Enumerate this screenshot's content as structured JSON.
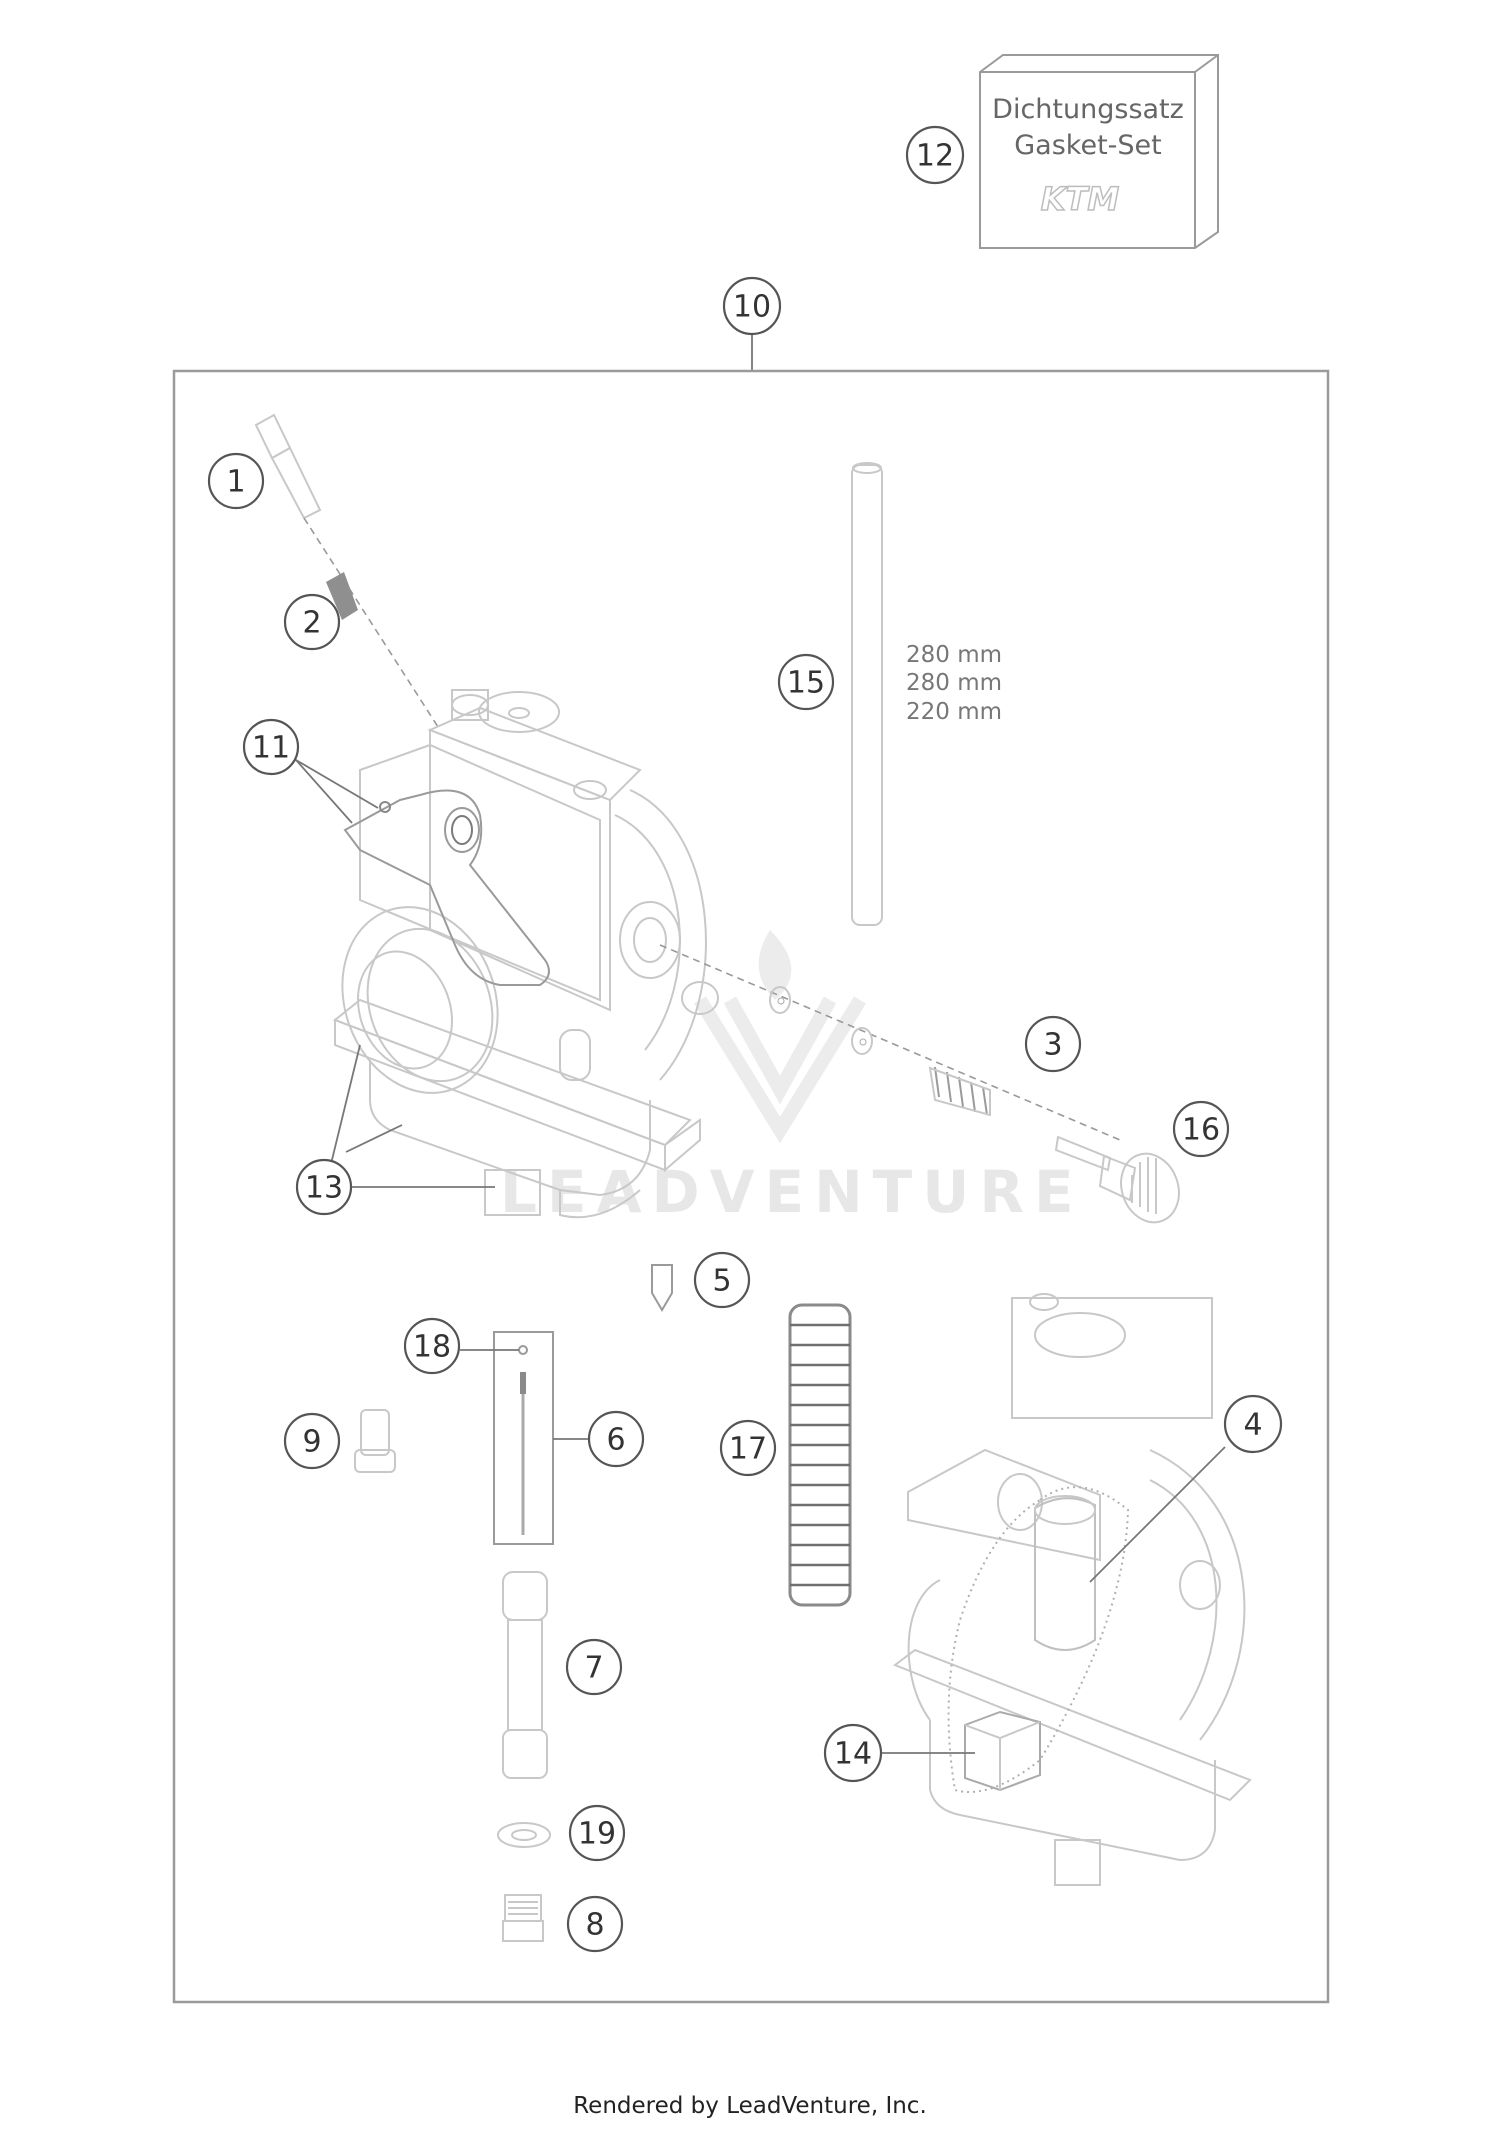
{
  "diagram": {
    "title_box": {
      "line1": "Dichtungssatz",
      "line2": "Gasket-Set",
      "brand": "KTM"
    },
    "hose_lengths": [
      "280 mm",
      "280 mm",
      "220 mm"
    ],
    "watermark": "LEADVENTURE",
    "callouts": [
      {
        "id": "1",
        "label": "1"
      },
      {
        "id": "2",
        "label": "2"
      },
      {
        "id": "3",
        "label": "3"
      },
      {
        "id": "4",
        "label": "4"
      },
      {
        "id": "5",
        "label": "5"
      },
      {
        "id": "6",
        "label": "6"
      },
      {
        "id": "7",
        "label": "7"
      },
      {
        "id": "8",
        "label": "8"
      },
      {
        "id": "9",
        "label": "9"
      },
      {
        "id": "10",
        "label": "10"
      },
      {
        "id": "11",
        "label": "11"
      },
      {
        "id": "12",
        "label": "12"
      },
      {
        "id": "13",
        "label": "13"
      },
      {
        "id": "14",
        "label": "14"
      },
      {
        "id": "15",
        "label": "15"
      },
      {
        "id": "16",
        "label": "16"
      },
      {
        "id": "17",
        "label": "17"
      },
      {
        "id": "18",
        "label": "18"
      },
      {
        "id": "19",
        "label": "19"
      }
    ]
  },
  "footer": {
    "text": "Rendered by LeadVenture, Inc."
  }
}
